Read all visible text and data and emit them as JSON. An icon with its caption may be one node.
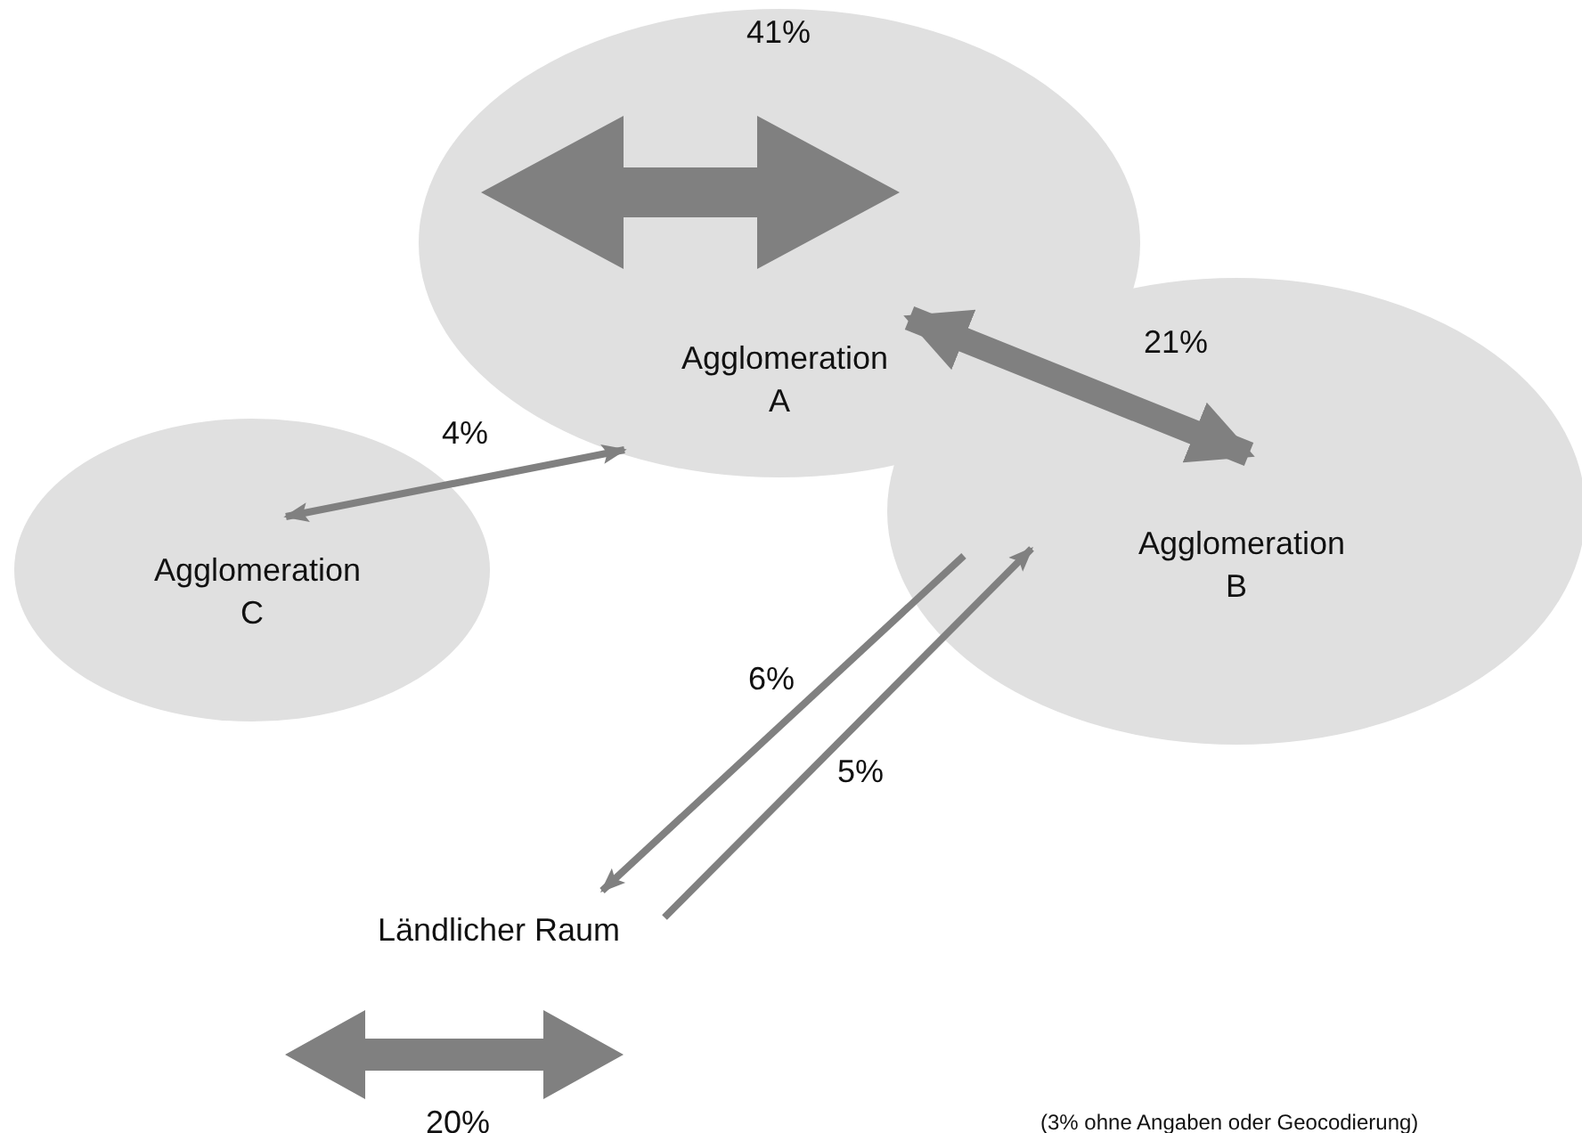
{
  "diagram": {
    "nodes": [
      {
        "text": [
          "Agglomeration A"
        ]
      },
      {
        "text": [
          "Agglomeration B"
        ]
      },
      {
        "text": [
          "Agglomeration C"
        ]
      },
      {
        "text": [
          "Ländlicher Raum"
        ]
      }
    ],
    "edges": [
      {
        "from": 0,
        "to": 1,
        "arrow": "both",
        "label": "21%",
        "style": "thick"
      },
      {
        "from": 2,
        "to": 0,
        "arrow": "both",
        "label": "4%"
      },
      {
        "from": 1,
        "to": 3,
        "arrow": "to",
        "label": "6%"
      },
      {
        "from": 3,
        "to": 1,
        "arrow": "to",
        "label": "5%"
      }
    ],
    "labels": [
      "41%",
      "20%",
      "(3% ohne Angaben oder Geocodierung)"
    ]
  }
}
